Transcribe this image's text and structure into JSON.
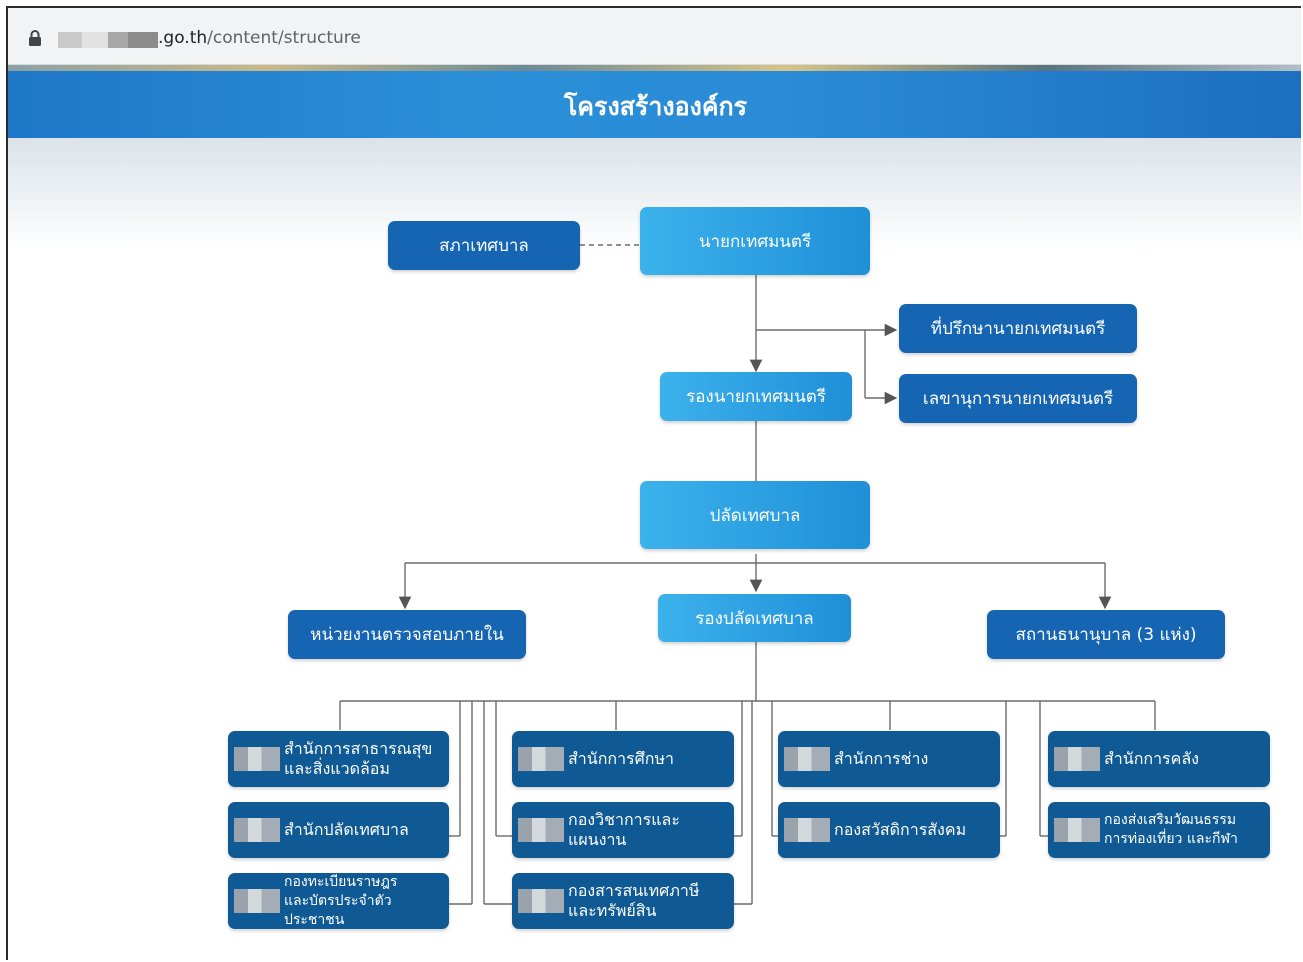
{
  "browser": {
    "url_domain": ".go.th",
    "url_path": "/content/structure"
  },
  "page": {
    "title": "โครงสร้างองค์กร"
  },
  "org": {
    "council": "สภาเทศบาล",
    "mayor": "นายกเทศมนตรี",
    "advisor": "ที่ปรึกษานายกเทศมนตรี",
    "secretary": "เลขานุการนายกเทศมนตรี",
    "deputy_mayor": "รองนายกเทศมนตรี",
    "clerk": "ปลัดเทศบาล",
    "internal_audit": "หน่วยงานตรวจสอบภายใน",
    "deputy_clerk": "รองปลัดเทศบาล",
    "nurseries": "สถานธนานุบาล (3 แห่ง)"
  },
  "units": [
    {
      "line1": "สำนักการสาธารณสุข",
      "line2": "และสิ่งแวดล้อม"
    },
    {
      "line1": "สำนักปลัดเทศบาล",
      "line2": ""
    },
    {
      "line1": "กองทะเบียนราษฎร",
      "line2": "และบัตรประจำตัวประชาชน"
    },
    {
      "line1": "สำนักการศึกษา",
      "line2": ""
    },
    {
      "line1": "กองวิชาการและ",
      "line2": "แผนงาน"
    },
    {
      "line1": "กองสารสนเทศภาษี",
      "line2": "และทรัพย์สิน"
    },
    {
      "line1": "สำนักการช่าง",
      "line2": ""
    },
    {
      "line1": "กองสวัสดิการสังคม",
      "line2": ""
    },
    {
      "line1": "สำนักการคลัง",
      "line2": ""
    },
    {
      "line1": "กองส่งเสริมวัฒนธรรม",
      "line2": "การท่องเที่ยว และกีฬา"
    }
  ],
  "colors": {
    "banner": "#2a8bd6",
    "box_dark": "#1565b3",
    "box_light": "#3cb2ec",
    "unit_navy": "#0f5a94",
    "connector": "#6b6b6b"
  }
}
